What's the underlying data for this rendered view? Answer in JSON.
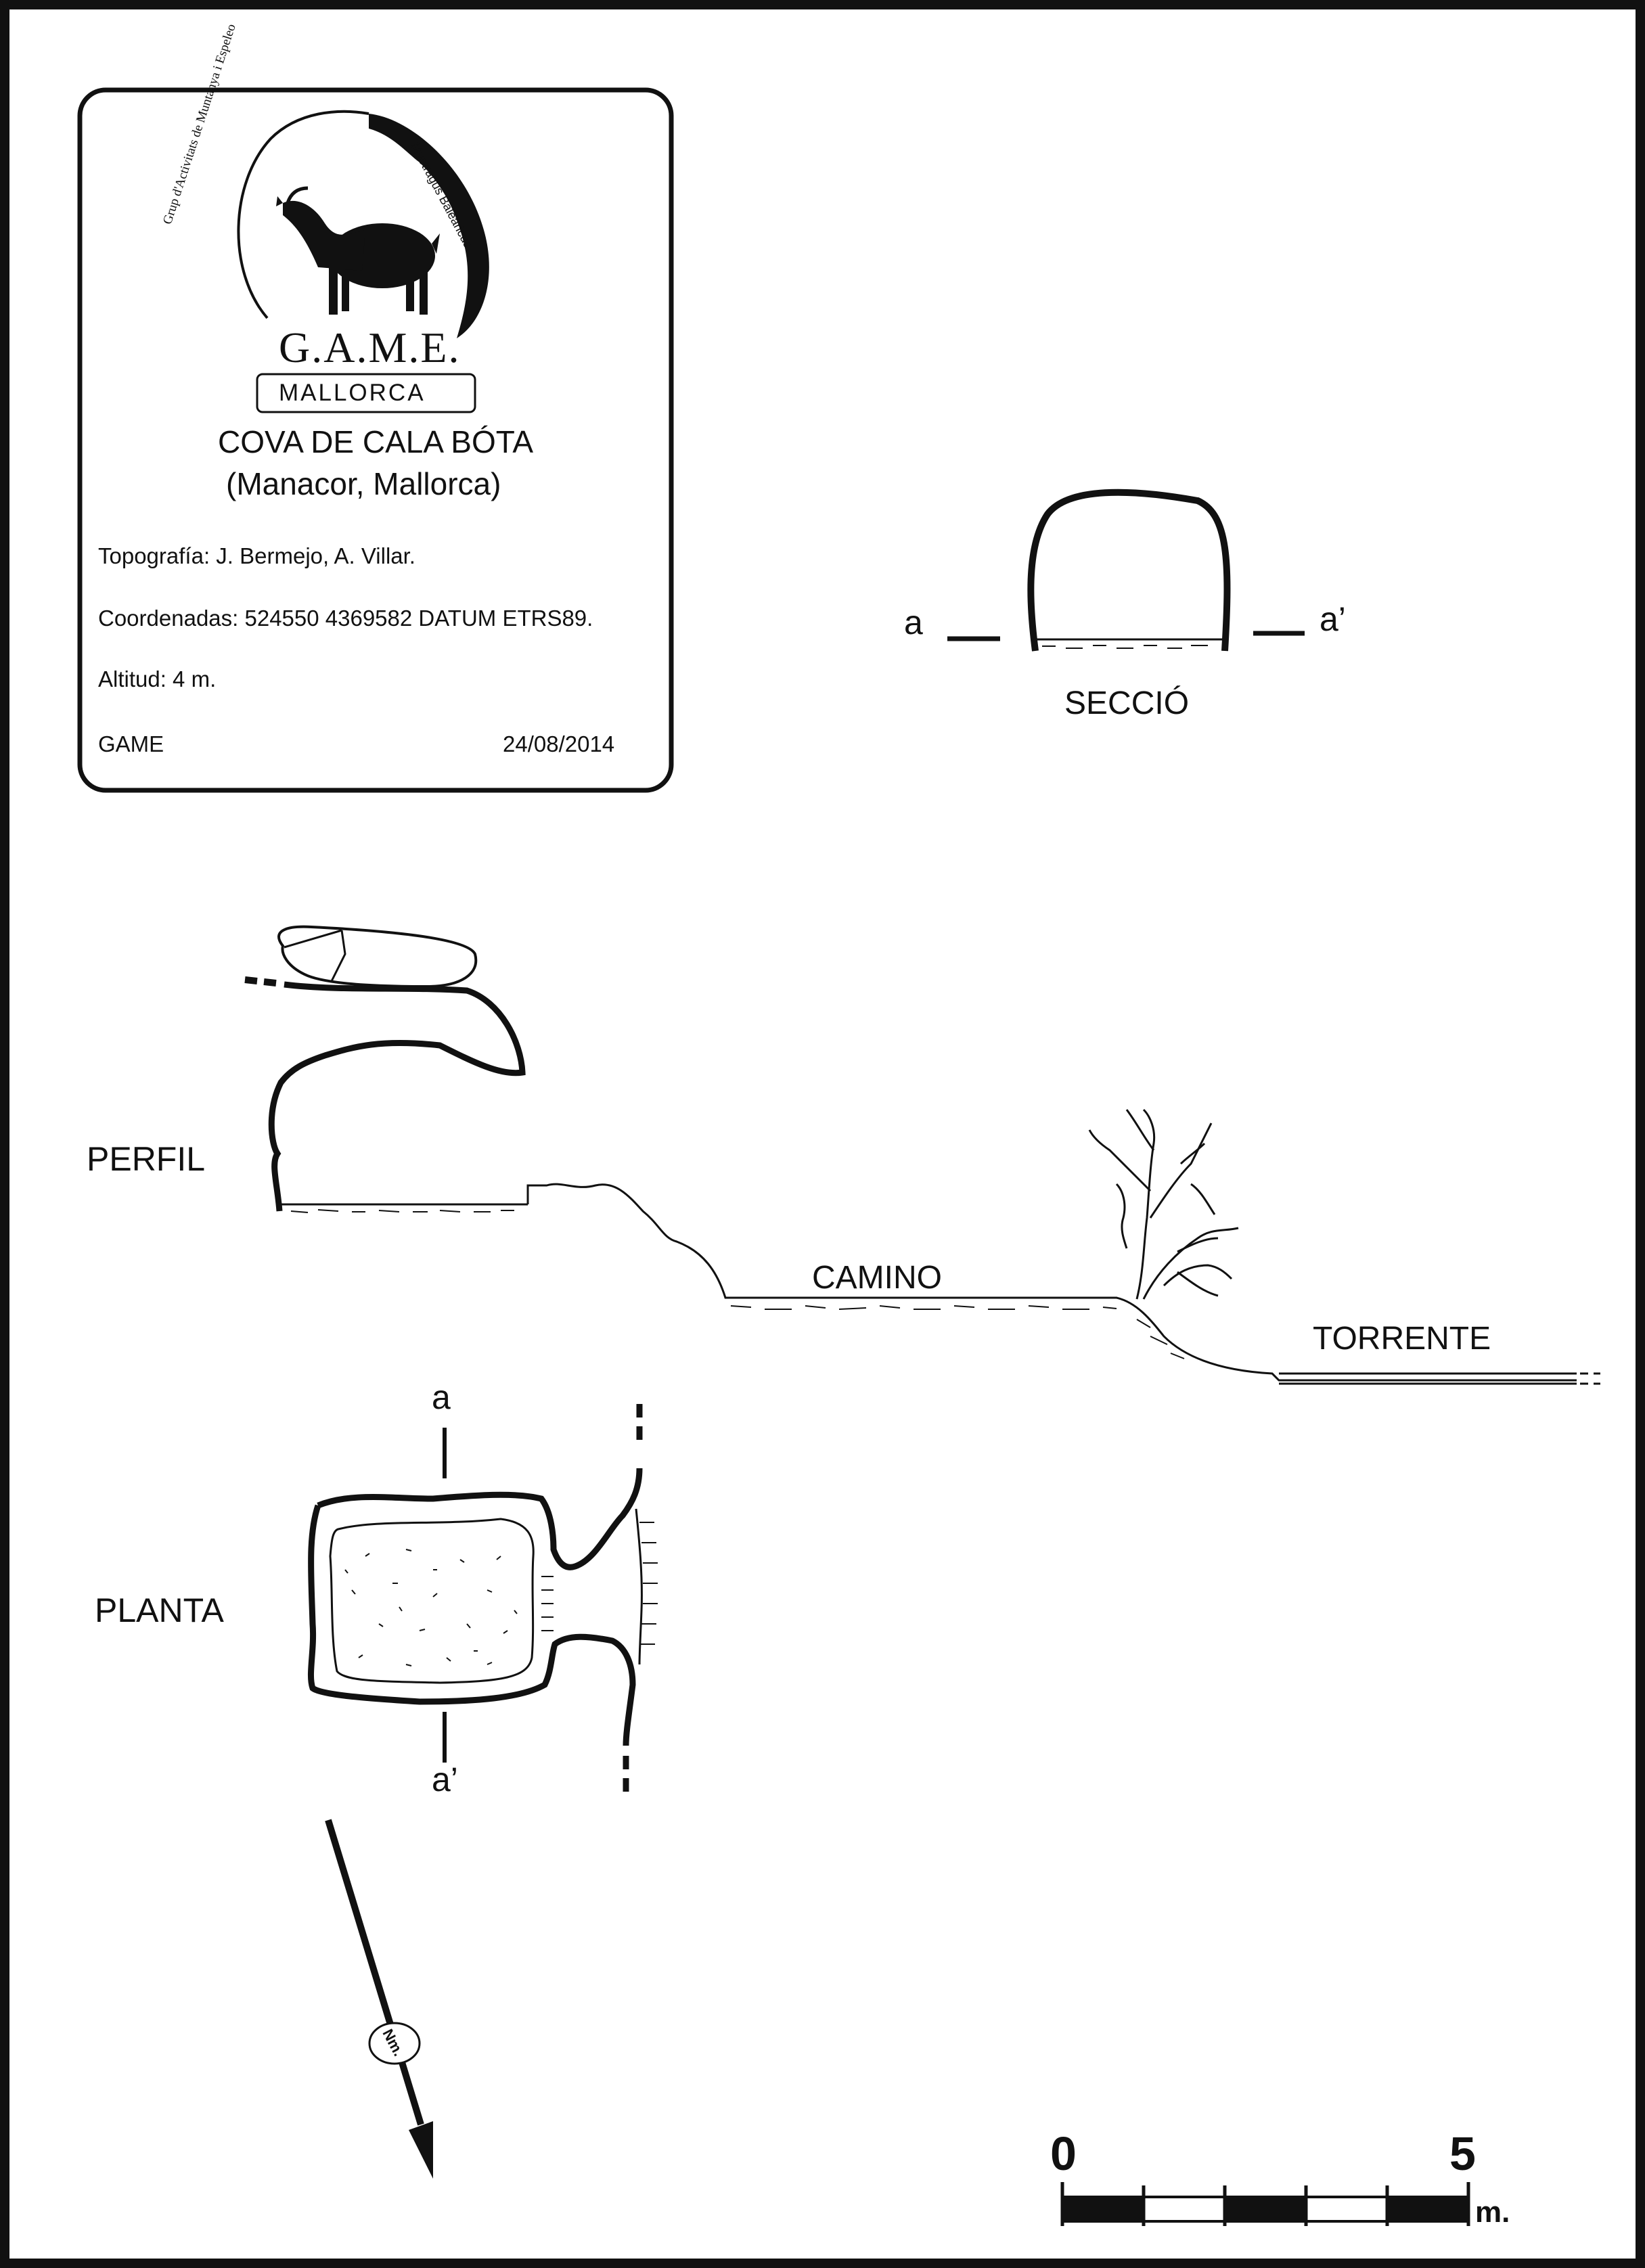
{
  "logo": {
    "ring_left": "Grup d'Activitats de Muntanya i Espeleo",
    "ring_right": "Myotragus Balearicus",
    "name": "G.A.M.E.",
    "region": "MALLORCA"
  },
  "title": {
    "cave": "COVA DE CALA BÓTA",
    "location": "(Manacor, Mallorca)"
  },
  "info": {
    "topography": "Topografía:  J. Bermejo, A. Villar.",
    "coordinates": "Coordenadas:  524550 4369582 DATUM  ETRS89.",
    "altitude": "Altitud: 4 m.",
    "author": "GAME",
    "date": "24/08/2014"
  },
  "section": {
    "title": "SECCIÓ",
    "left_mark": "a",
    "right_mark": "a’"
  },
  "profile": {
    "title": "PERFIL",
    "path_label": "CAMINO",
    "stream_label": "TORRENTE"
  },
  "plan": {
    "title": "PLANTA",
    "top_mark": "a",
    "bottom_mark": "a’",
    "north_label": "Nm."
  },
  "scale": {
    "start": "0",
    "end": "5",
    "unit": "m."
  },
  "colors": {
    "ink": "#111111",
    "paper": "#ffffff"
  }
}
